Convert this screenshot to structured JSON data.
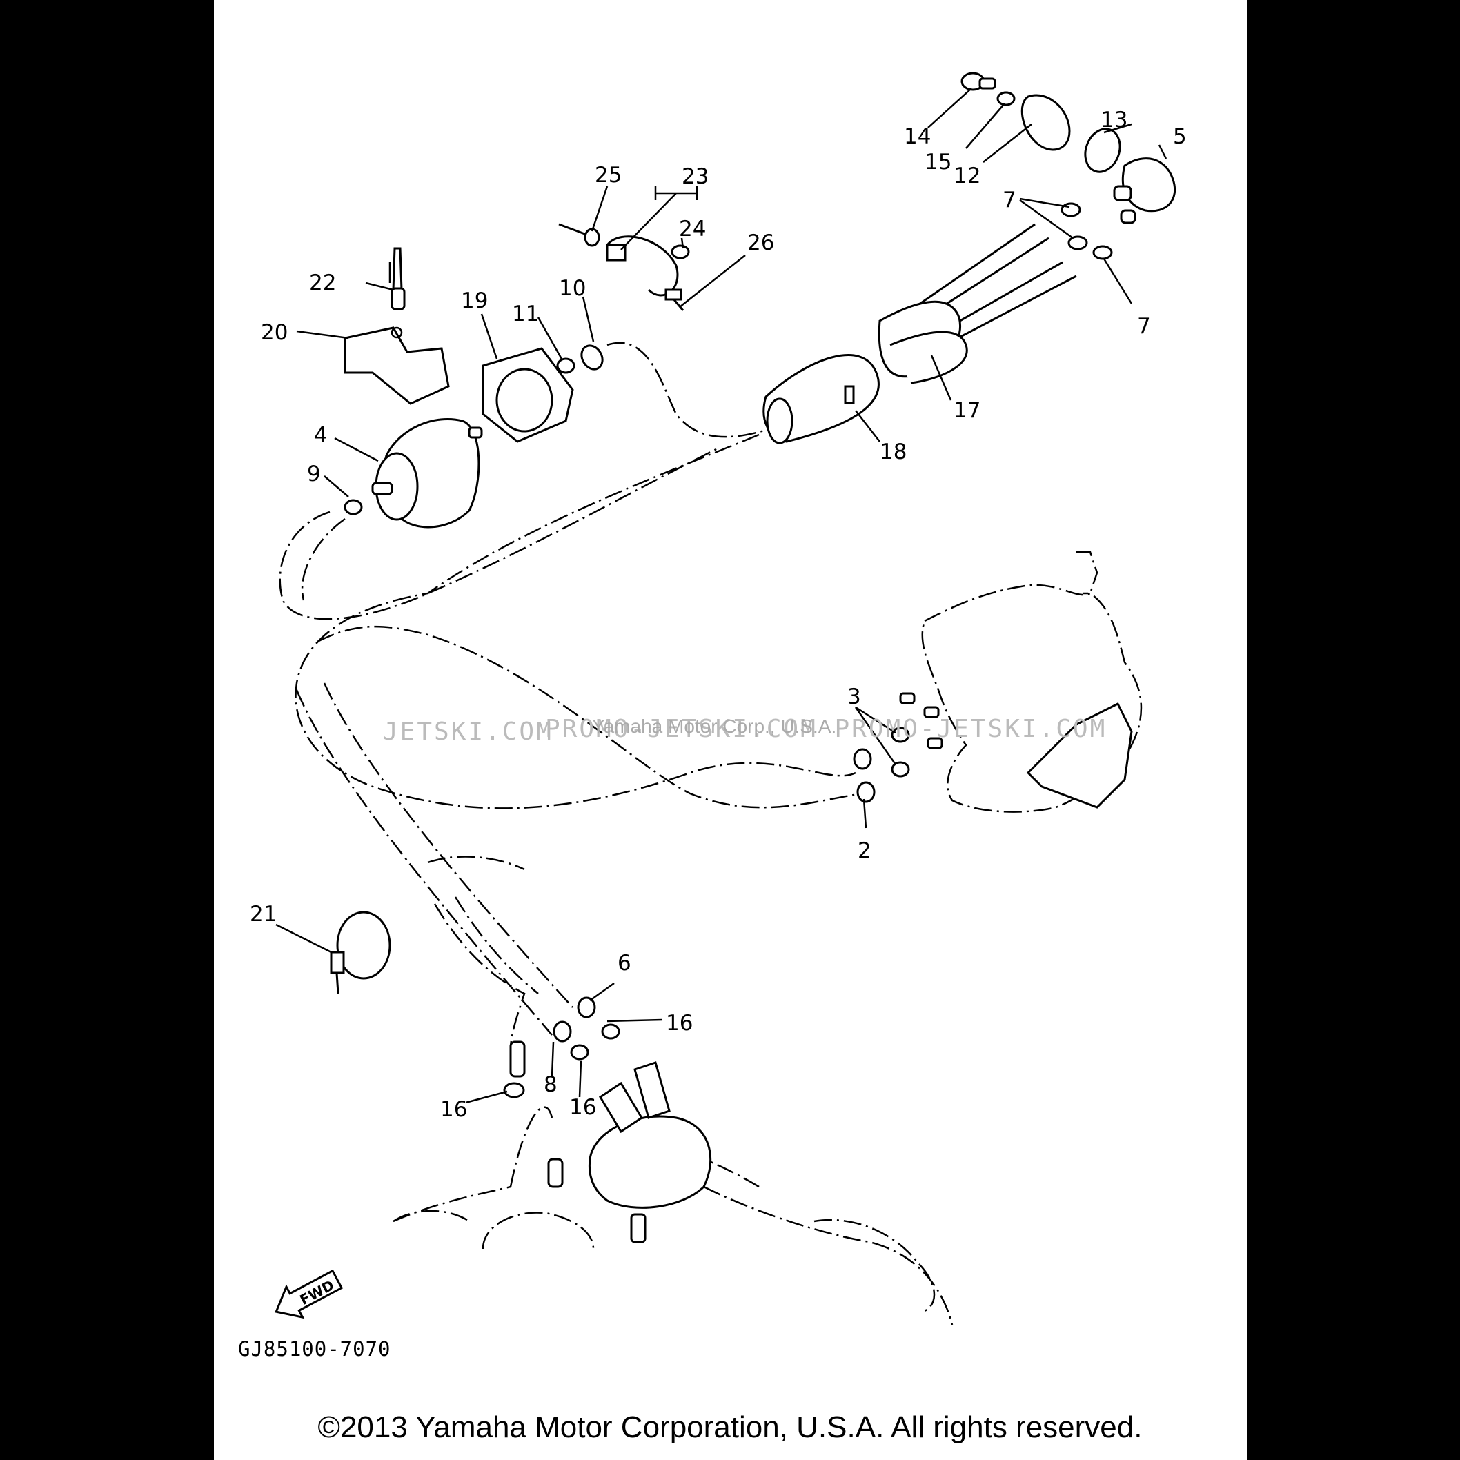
{
  "labels": [
    "14",
    "15",
    "12",
    "13",
    "5",
    "7",
    "7",
    "17",
    "18",
    "25",
    "23",
    "24",
    "26",
    "10",
    "11",
    "19",
    "22",
    "20",
    "4",
    "9",
    "3",
    "2",
    "21",
    "6",
    "16",
    "8",
    "16",
    "16"
  ],
  "fwd_label": "FWD",
  "diagram_code": "GJ85100-7070",
  "watermark": {
    "left": "JETSKI.COM",
    "center": "PROMO-JETSKI.COM   PROMO-JETSKI.COM",
    "owner": "Yamaha Motor Corp., U.S.A."
  },
  "copyright": "©2013 Yamaha Motor Corporation, U.S.A. All rights reserved."
}
